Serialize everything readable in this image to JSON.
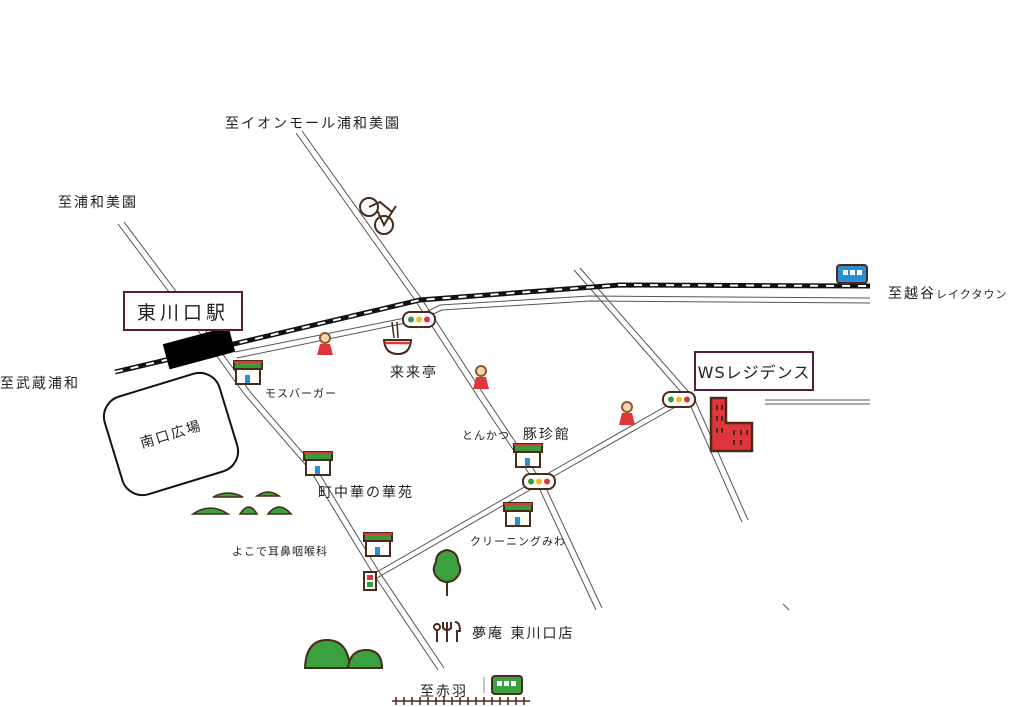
{
  "directions": {
    "aeon_mall": "至イオンモール浦和美園",
    "urawa_misono": "至浦和美園",
    "musashi_urawa": "至武蔵浦和",
    "koshigaya": "至越谷",
    "koshigaya_sub": "レイクタウン",
    "akabane": "至赤羽"
  },
  "station": {
    "name": "東川口駅"
  },
  "plaza": {
    "name": "南口広場"
  },
  "destination": {
    "name": "WSレジデンス"
  },
  "places": {
    "mos": "モスバーガー",
    "rairaitei": "来来亭",
    "tonkatsu_prefix": "とんかつ",
    "tonchinkan": "豚珍館",
    "kaen": "町中華の華苑",
    "clinic": "よこで耳鼻咽喉科",
    "cleaning": "クリーニングみわ",
    "yumean": "夢庵 東川口店"
  },
  "colors": {
    "box_border": "#5a1a3c",
    "building": "#e0353b",
    "shop_green": "#3a9a3a",
    "train_blue": "#2a8fd8",
    "train_green": "#3aa040"
  }
}
